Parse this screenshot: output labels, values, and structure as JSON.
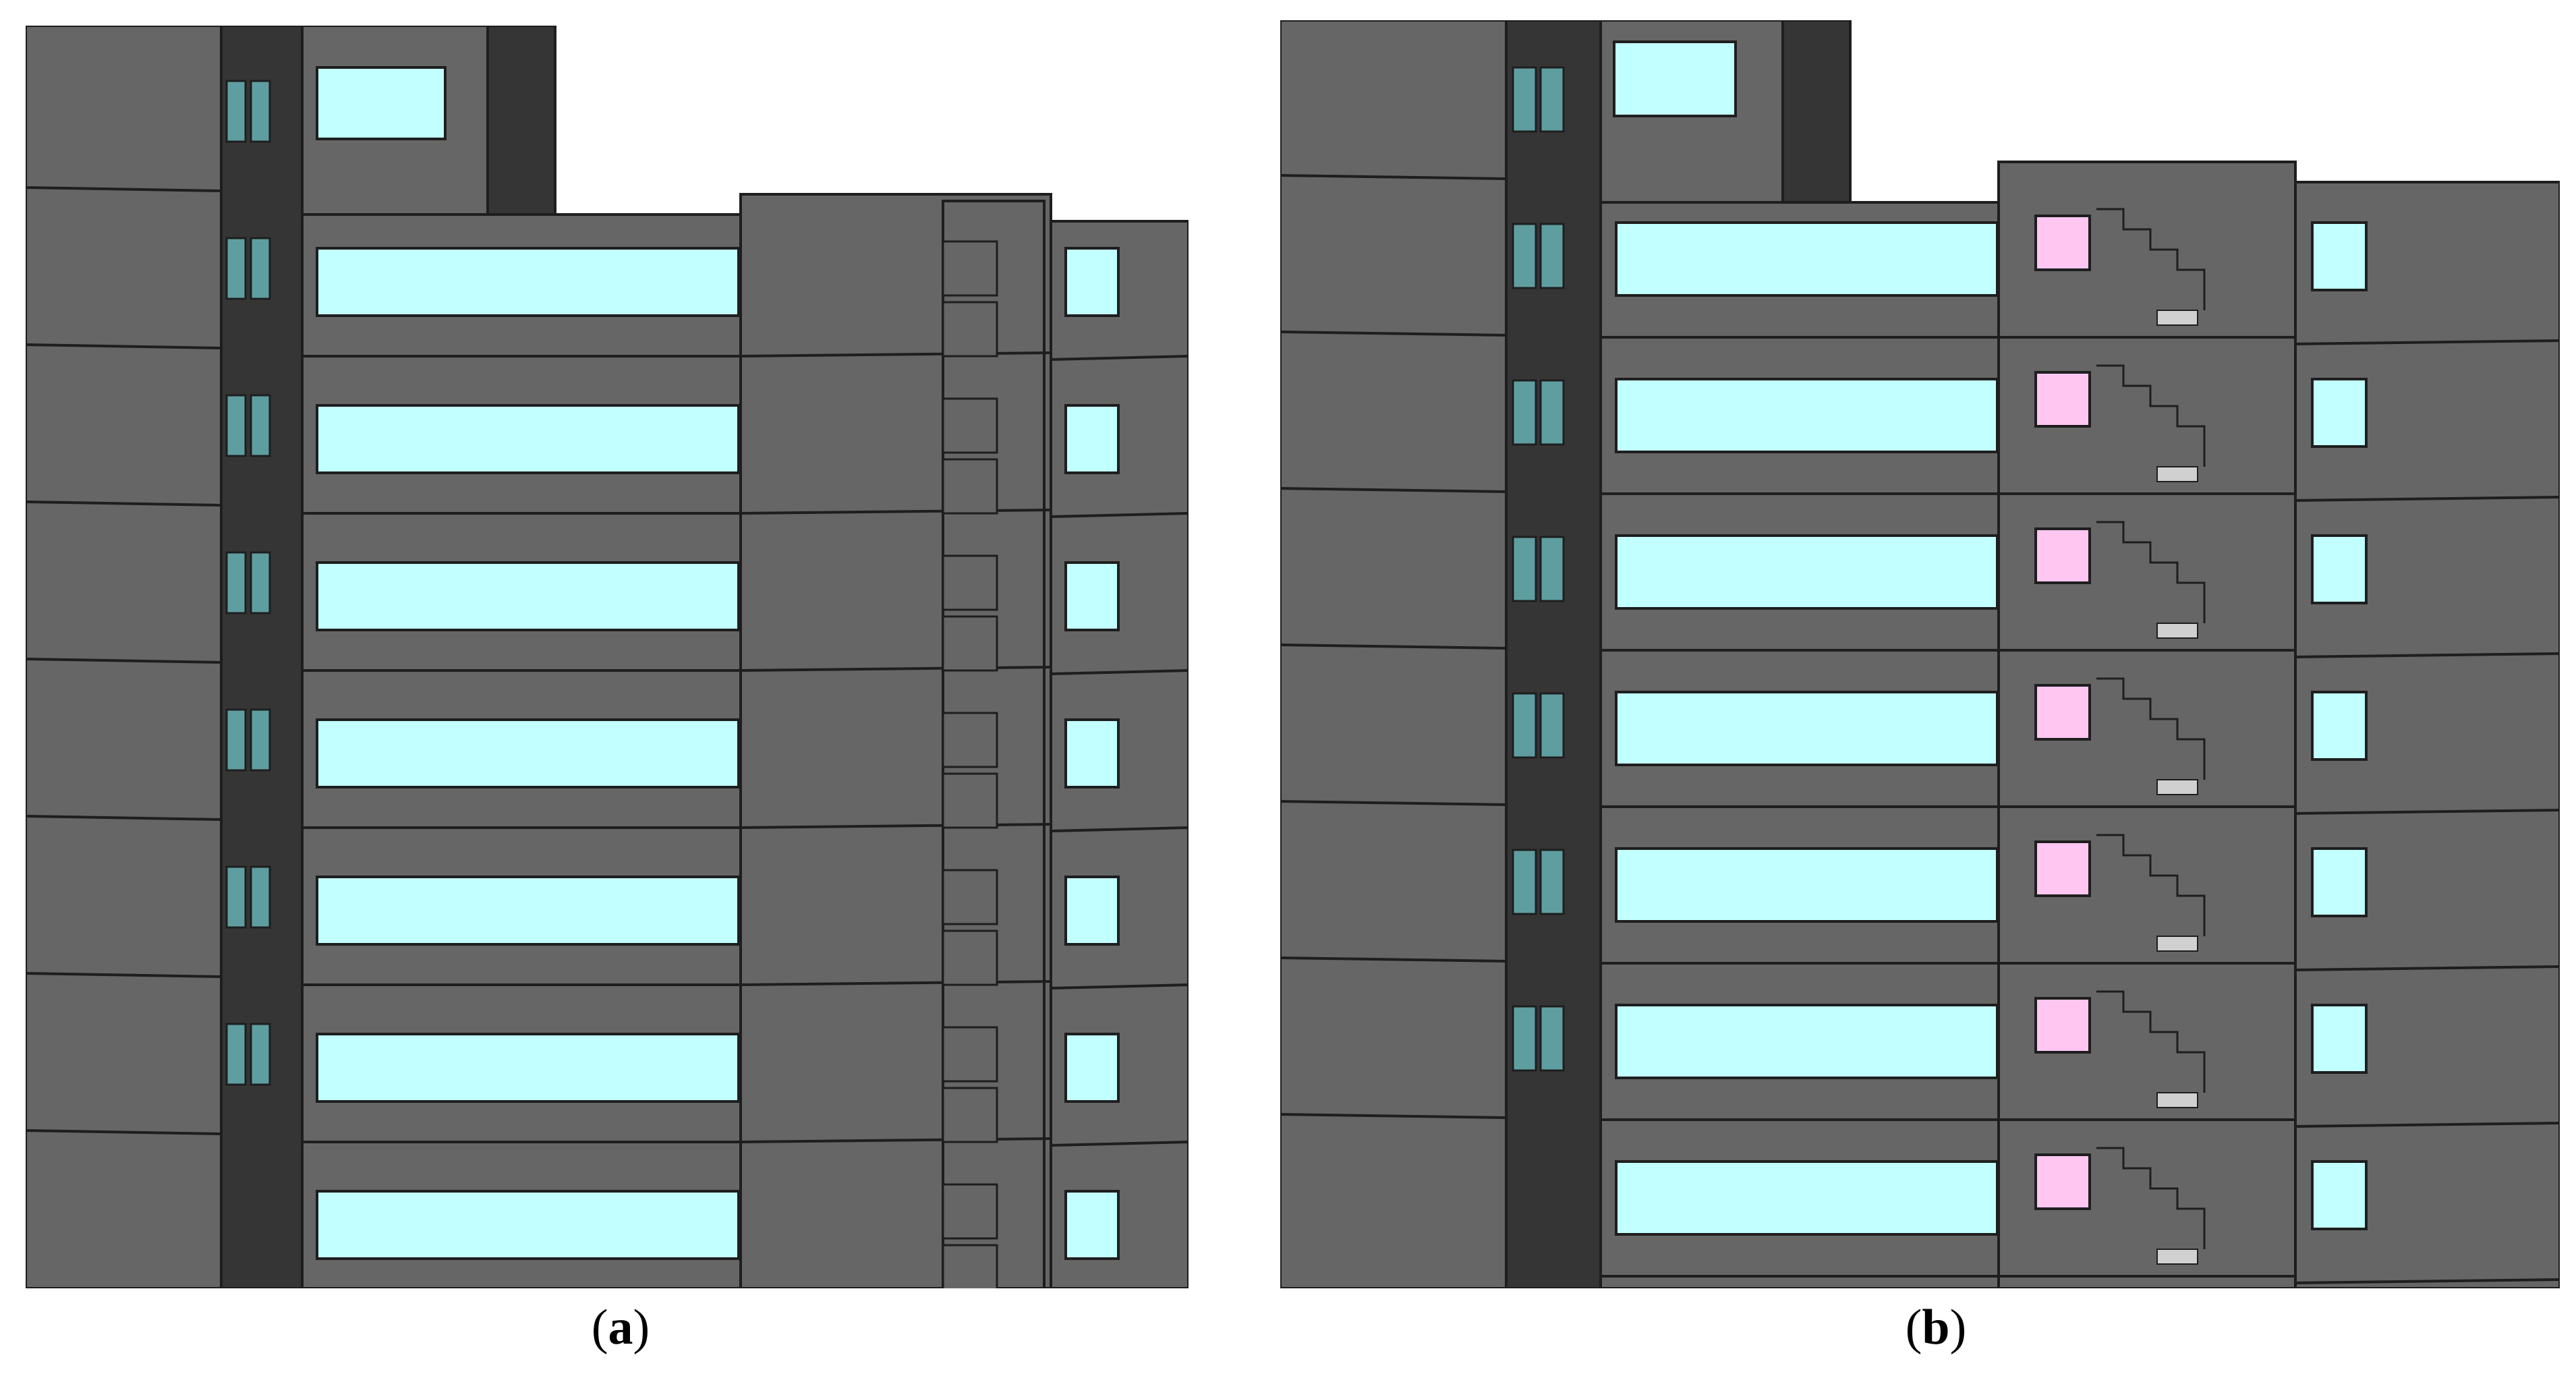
{
  "figure": {
    "panel_a": {
      "caption_open": "(",
      "caption_letter": "a",
      "caption_close": ")",
      "floors": 7
    },
    "panel_b": {
      "caption_open": "(",
      "caption_letter": "b",
      "caption_close": ")",
      "floors": 7
    }
  },
  "colors": {
    "facade": "#666666",
    "facade_dark": "#353535",
    "edge": "#1e1e1e",
    "window_cyan": "#c2ffff",
    "window_teal": "#5f9ea0",
    "window_pink": "#ffc6f2",
    "vent_grey": "#d0d0d0"
  }
}
